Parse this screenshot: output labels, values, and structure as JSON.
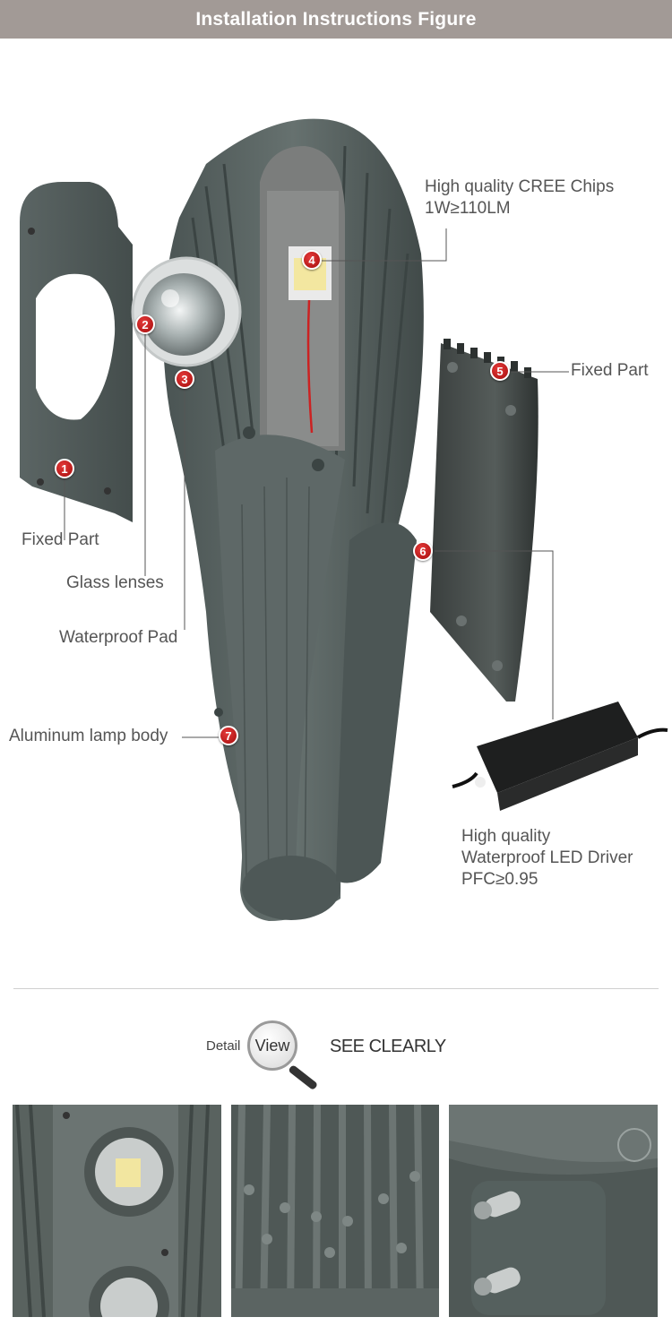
{
  "header": {
    "title": "Installation Instructions Figure"
  },
  "callouts": [
    {
      "number": "1",
      "label": "Fixed Part"
    },
    {
      "number": "2",
      "label": "Glass lenses"
    },
    {
      "number": "3",
      "label": "Waterproof Pad"
    },
    {
      "number": "4",
      "label_line1": "High quality CREE Chips",
      "label_line2": "1W≥110LM"
    },
    {
      "number": "5",
      "label": "Fixed Part"
    },
    {
      "number": "6",
      "label_line1": "High quality",
      "label_line2": "Waterproof LED Driver",
      "label_line3": "PFC≥0.95"
    },
    {
      "number": "7",
      "label": "Aluminum lamp body"
    }
  ],
  "detail_view": {
    "detail_word": "Detail",
    "view_word": "View",
    "see_clearly": "SEE CLEARLY"
  },
  "colors": {
    "header_bg": "#a29a96",
    "badge_red": "#c41a1a",
    "lamp_body": "#56605f"
  }
}
